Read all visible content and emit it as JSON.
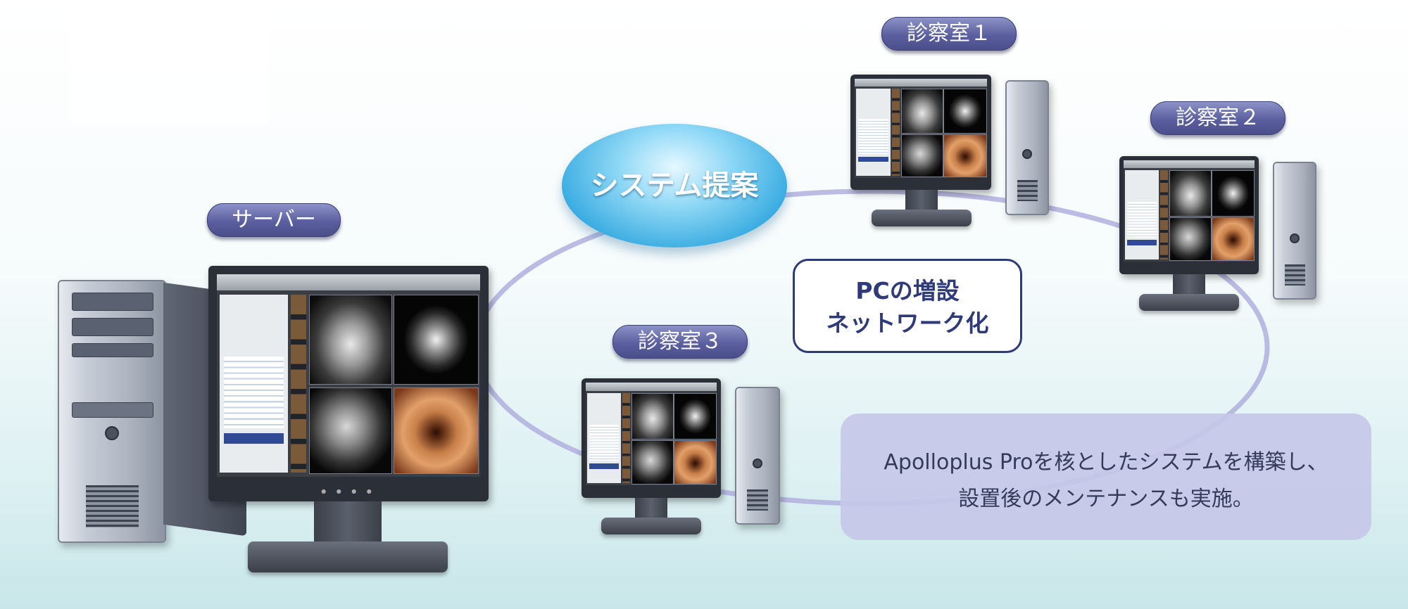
{
  "labels": {
    "server": "サーバー",
    "room1": "診察室１",
    "room2": "診察室２",
    "room3": "診察室３"
  },
  "bubble": "システム提案",
  "callout": {
    "line1": "PCの増設",
    "line2": "ネットワーク化"
  },
  "info": {
    "line1": "Apolloplus Proを核としたシステムを構築し、",
    "line2": "設置後のメンテナンスも実施。"
  },
  "colors": {
    "tag": "#5b5f9f",
    "ring": "#b4b4e0",
    "bubble": "#2ea6de",
    "callout_border": "#2f3a7a",
    "info_bg": "#c6c8e8"
  }
}
